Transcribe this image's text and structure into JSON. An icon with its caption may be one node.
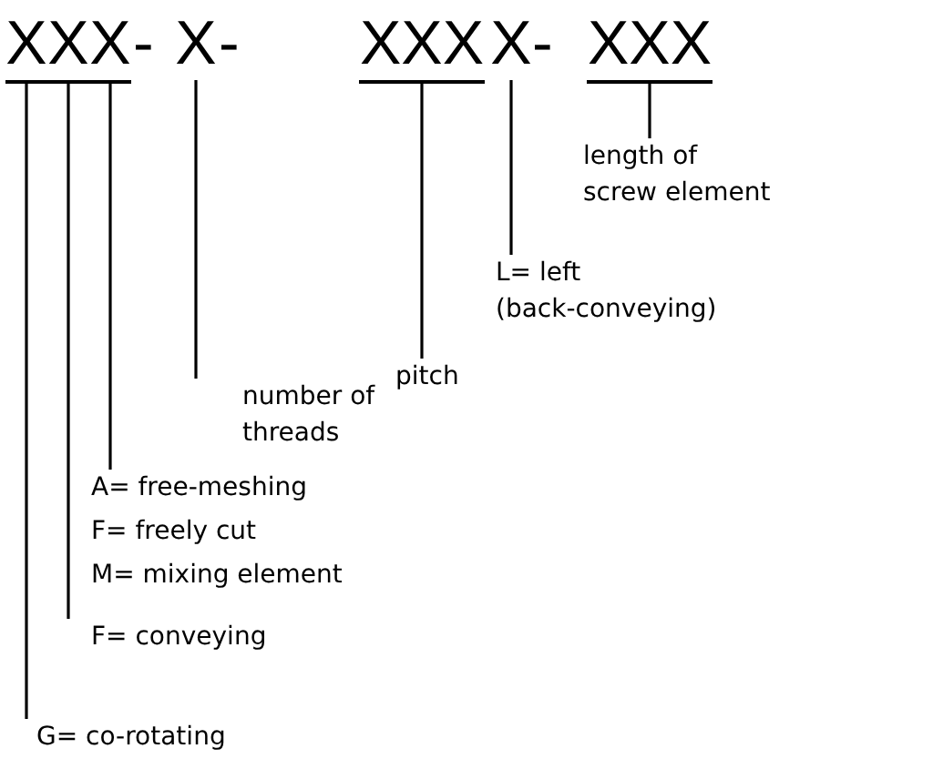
{
  "diagram": {
    "nodes": [
      {
        "text": [
          "X"
        ]
      },
      {
        "text": [
          "X"
        ]
      },
      {
        "text": [
          "X"
        ]
      },
      {
        "text": [
          "X"
        ]
      },
      {
        "text": [
          "XXX"
        ]
      },
      {
        "text": [
          "X"
        ]
      },
      {
        "text": [
          "XXX"
        ]
      },
      {
        "text": [
          "length of screw element"
        ]
      },
      {
        "text": [
          "L= left (back-conveying)"
        ]
      },
      {
        "text": [
          "pitch"
        ]
      },
      {
        "text": [
          "number of threads"
        ]
      },
      {
        "text": [
          "A= free-meshing",
          "F= freely cut",
          "M= mixing element"
        ]
      },
      {
        "text": [
          "F= conveying"
        ]
      },
      {
        "text": [
          "G= co-rotating"
        ]
      }
    ],
    "edges": [
      {
        "from": 13,
        "to": 0,
        "arrow": "none"
      },
      {
        "from": 12,
        "to": 1,
        "arrow": "none"
      },
      {
        "from": 11,
        "to": 2,
        "arrow": "none"
      },
      {
        "from": 10,
        "to": 3,
        "arrow": "none"
      },
      {
        "from": 9,
        "to": 4,
        "arrow": "none"
      },
      {
        "from": 8,
        "to": 5,
        "arrow": "none"
      },
      {
        "from": 7,
        "to": 6,
        "arrow": "none"
      }
    ],
    "labels": [
      "-",
      "-",
      "-"
    ]
  }
}
